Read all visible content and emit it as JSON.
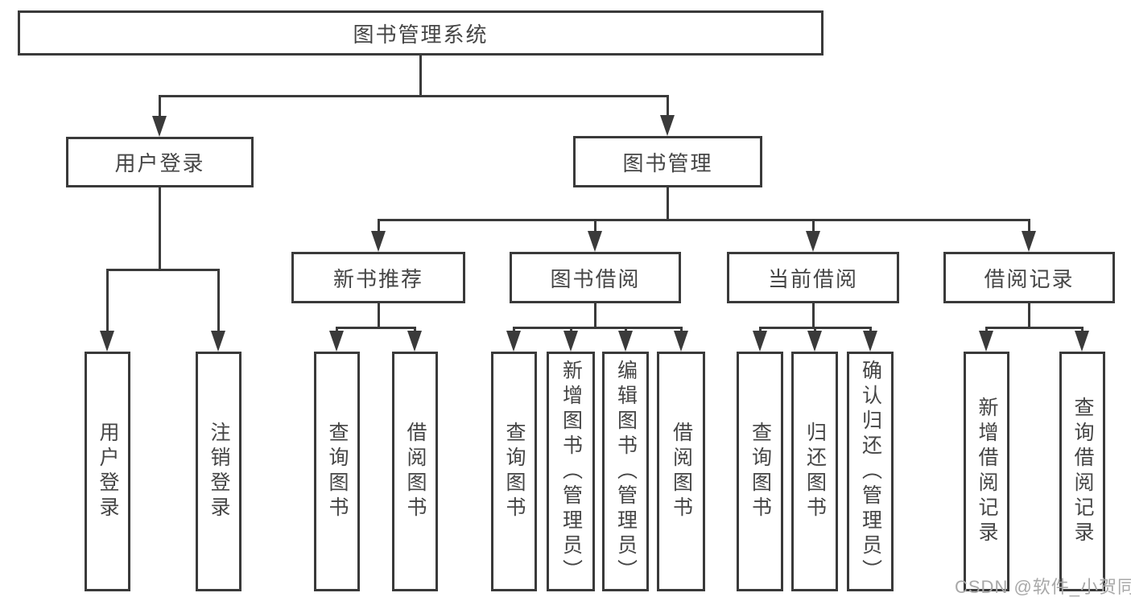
{
  "tree": {
    "label": "图书管理系统",
    "children": [
      {
        "label": "用户登录",
        "children": [
          {
            "label": "用户登录"
          },
          {
            "label": "注销登录"
          }
        ]
      },
      {
        "label": "图书管理",
        "children": [
          {
            "label": "新书推荐",
            "children": [
              {
                "label": "查询图书"
              },
              {
                "label": "借阅图书"
              }
            ]
          },
          {
            "label": "图书借阅",
            "children": [
              {
                "label": "查询图书"
              },
              {
                "label": "新增图书（管理员）"
              },
              {
                "label": "编辑图书（管理员）"
              },
              {
                "label": "借阅图书"
              }
            ]
          },
          {
            "label": "当前借阅",
            "children": [
              {
                "label": "查询图书"
              },
              {
                "label": "归还图书"
              },
              {
                "label": "确认归还（管理员）"
              }
            ]
          },
          {
            "label": "借阅记录",
            "children": [
              {
                "label": "新增借阅记录"
              },
              {
                "label": "查询借阅记录"
              }
            ]
          }
        ]
      }
    ]
  },
  "watermark": "CSDN @软件_小贺同学",
  "colors": {
    "line": "#3a3a3a",
    "text": "#454545",
    "watermark": "#a8a8a8",
    "background": "#ffffff"
  }
}
